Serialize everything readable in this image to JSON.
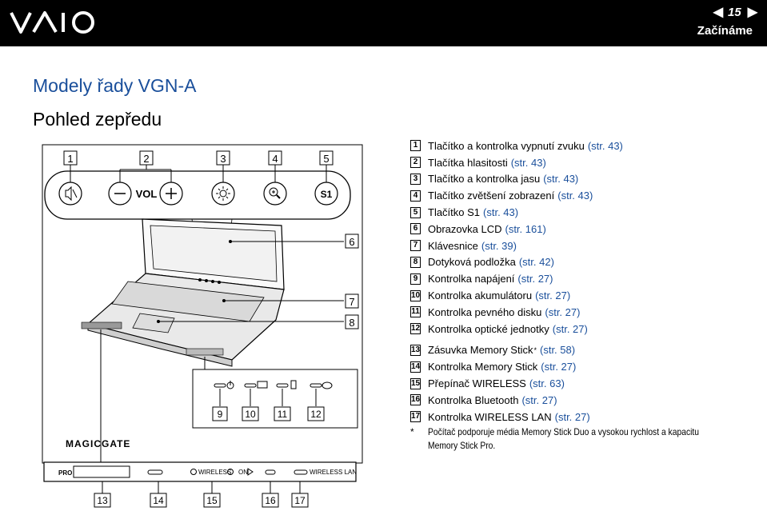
{
  "header": {
    "logo_text": "VAIO",
    "page_number": "15",
    "prev_arrow": "◀",
    "next_arrow": "▶",
    "section": "Začínáme"
  },
  "title": "Modely řady VGN-A",
  "subtitle": "Pohled zepředu",
  "figure": {
    "top_labels": [
      "1",
      "2",
      "3",
      "4",
      "5"
    ],
    "vol_label": "VOL",
    "s1_label": "S1",
    "side_labels": [
      "6",
      "7",
      "8"
    ],
    "bottom_labels": [
      "9",
      "10",
      "11",
      "12"
    ],
    "magicgate": "MAGICGATE",
    "strip_labels": [
      "13",
      "14",
      "15",
      "16",
      "17"
    ],
    "pro_label": "PRO",
    "wireless_label": "WIRELESS",
    "on_label": "ON",
    "wireless_lan_label": "WIRELESS LAN"
  },
  "legend": [
    {
      "n": "1",
      "text": "Tlačítko a kontrolka vypnutí zvuku",
      "page": "(str. 43)"
    },
    {
      "n": "2",
      "text": "Tlačítka hlasitosti",
      "page": "(str. 43)"
    },
    {
      "n": "3",
      "text": "Tlačítko a kontrolka jasu",
      "page": "(str. 43)"
    },
    {
      "n": "4",
      "text": "Tlačítko zvětšení zobrazení",
      "page": "(str. 43)"
    },
    {
      "n": "5",
      "text": "Tlačítko S1",
      "page": "(str. 43)"
    },
    {
      "n": "6",
      "text": "Obrazovka LCD",
      "page": "(str. 161)"
    },
    {
      "n": "7",
      "text": "Klávesnice",
      "page": "(str. 39)"
    },
    {
      "n": "8",
      "text": "Dotyková podložka",
      "page": "(str. 42)"
    },
    {
      "n": "9",
      "text": "Kontrolka napájení",
      "page": "(str. 27)"
    },
    {
      "n": "10",
      "text": "Kontrolka akumulátoru",
      "page": "(str. 27)"
    },
    {
      "n": "11",
      "text": "Kontrolka pevného disku",
      "page": "(str. 27)"
    },
    {
      "n": "12",
      "text": "Kontrolka optické jednotky",
      "page": "(str. 27)"
    },
    {
      "n": "13",
      "text": "Zásuvka Memory Stick",
      "sup": "*",
      "page": "(str. 58)"
    },
    {
      "n": "14",
      "text": "Kontrolka Memory Stick",
      "page": "(str. 27)"
    },
    {
      "n": "15",
      "text": "Přepínač WIRELESS",
      "page": "(str. 63)"
    },
    {
      "n": "16",
      "text": "Kontrolka Bluetooth",
      "page": "(str. 27)"
    },
    {
      "n": "17",
      "text": "Kontrolka WIRELESS LAN",
      "page": "(str. 27)"
    }
  ],
  "footnote": {
    "star": "*",
    "text": "Počítač podporuje média Memory Stick Duo a vysokou rychlost a kapacitu Memory Stick Pro."
  },
  "colors": {
    "accent": "#1a4f9b",
    "header_bg": "#000000"
  }
}
